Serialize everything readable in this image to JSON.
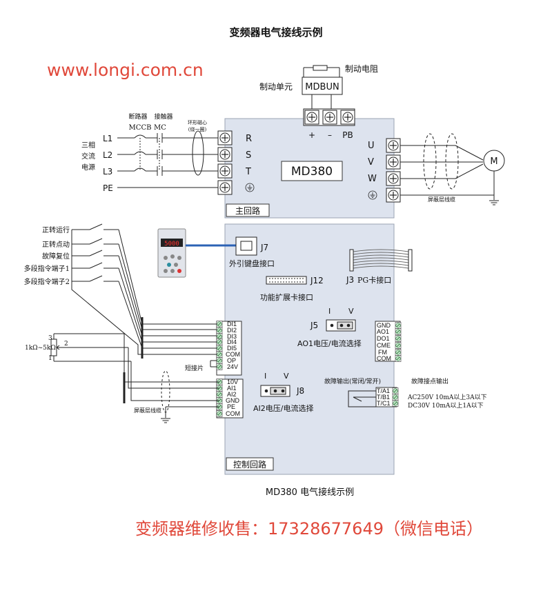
{
  "title": "变频器电气接线示例",
  "watermark_url": "www.longi.com.cn",
  "caption": "MD380 电气接线示例",
  "footer": "变频器维修收售：17328677649（微信电话）",
  "model": "MD380",
  "brake": {
    "resistor": "制动电阻",
    "unit": "制动单元",
    "unit_box": "MDBUN"
  },
  "dc_terminals": [
    "+",
    "–",
    "PB"
  ],
  "breaker": {
    "label": "断路器",
    "code": "MCCB"
  },
  "contactor": {
    "label": "接触器",
    "code": "MC"
  },
  "ferrite": {
    "line1": "环形磁心",
    "line2": "(绕一圈)"
  },
  "power_source": [
    "三相",
    "交流",
    "电源"
  ],
  "lines": [
    "L1",
    "L2",
    "L3",
    "PE"
  ],
  "input_terminals": [
    "R",
    "S",
    "T"
  ],
  "output_terminals": [
    "U",
    "V",
    "W"
  ],
  "motor": "M",
  "main_circuit": "主回路",
  "control_circuit": "控制回路",
  "shield_cable": "屏蔽层线缆",
  "keypad": {
    "display": "5000",
    "port": "J7",
    "port_label": "外引键盘接口"
  },
  "j12": {
    "id": "J12",
    "label": "功能扩展卡接口"
  },
  "j3": {
    "id": "J3",
    "label": "PG卡接口"
  },
  "j5": {
    "id": "J5",
    "i": "I",
    "v": "V",
    "label": "AO1电压/电流选择"
  },
  "j8": {
    "id": "J8",
    "i": "I",
    "v": "V",
    "label": "AI2电压/电流选择"
  },
  "inputs": [
    "正转运行",
    "正转点动",
    "故障复位",
    "多段指令端子1",
    "多段指令端子2"
  ],
  "di_terminals": [
    "DI1",
    "DI2",
    "DI3",
    "DI4",
    "DI5",
    "COM"
  ],
  "jumper": "短接片",
  "op_terminals": [
    "OP",
    "24V"
  ],
  "ai_terminals": [
    "10V",
    "AI1",
    "AI2",
    "GND",
    "PE",
    "COM"
  ],
  "pot": {
    "range": "1kΩ~5kΩ",
    "pin3": "3",
    "pin2": "2",
    "pin1": "1"
  },
  "ao_terminals": [
    "GND",
    "AO1",
    "DO1",
    "CME",
    "FM",
    "COM"
  ],
  "relay_terminals": [
    "T/A1",
    "T/B1",
    "T/C1"
  ],
  "fault_output": "故障输出(常闭/常开)",
  "fault_contact": "故障接点输出",
  "ratings": [
    "AC250V 10mA以上3A以下",
    "DC30V 10mA以上1A以下"
  ]
}
